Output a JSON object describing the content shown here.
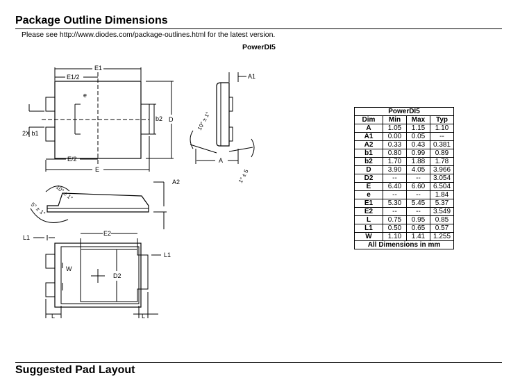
{
  "section_title": "Package Outline Dimensions",
  "note": "Please see http://www.diodes.com/package-outlines.html for the latest version.",
  "package_name": "PowerDI5",
  "table": {
    "title": "PowerDI5",
    "headers": [
      "Dim",
      "Min",
      "Max",
      "Typ"
    ],
    "rows": [
      [
        "A",
        "1.05",
        "1.15",
        "1.10"
      ],
      [
        "A1",
        "0.00",
        "0.05",
        "--"
      ],
      [
        "A2",
        "0.33",
        "0.43",
        "0.381"
      ],
      [
        "b1",
        "0.80",
        "0.99",
        "0.89"
      ],
      [
        "b2",
        "1.70",
        "1.88",
        "1.78"
      ],
      [
        "D",
        "3.90",
        "4.05",
        "3.966"
      ],
      [
        "D2",
        "--",
        "--",
        "3.054"
      ],
      [
        "E",
        "6.40",
        "6.60",
        "6.504"
      ],
      [
        "e",
        "--",
        "--",
        "1.84"
      ],
      [
        "E1",
        "5.30",
        "5.45",
        "5.37"
      ],
      [
        "E2",
        "--",
        "--",
        "3.549"
      ],
      [
        "L",
        "0.75",
        "0.95",
        "0.85"
      ],
      [
        "L1",
        "0.50",
        "0.65",
        "0.57"
      ],
      [
        "W",
        "1.10",
        "1.41",
        "1.255"
      ]
    ],
    "footer": "All Dimensions in mm"
  },
  "drawing_labels": {
    "E1": "E1",
    "E1_half": "E1/2",
    "e": "e",
    "b2": "b2",
    "D": "D",
    "two_x_b1": "2X b1",
    "E_half": "E/2",
    "E": "E",
    "A1": "A1",
    "A": "A",
    "angle_top": "10° ± 1°",
    "angle_side": "1° ± 5",
    "A2": "A2",
    "angle_profile_1": "10° ± 1°",
    "angle_profile_2": "5° ± 1°",
    "E2": "E2",
    "L1_left": "L1",
    "L1_right": "L1",
    "W": "W",
    "D2": "D2",
    "L_left": "L",
    "L_right": "L"
  },
  "bottom_section_title": "Suggested Pad Layout"
}
